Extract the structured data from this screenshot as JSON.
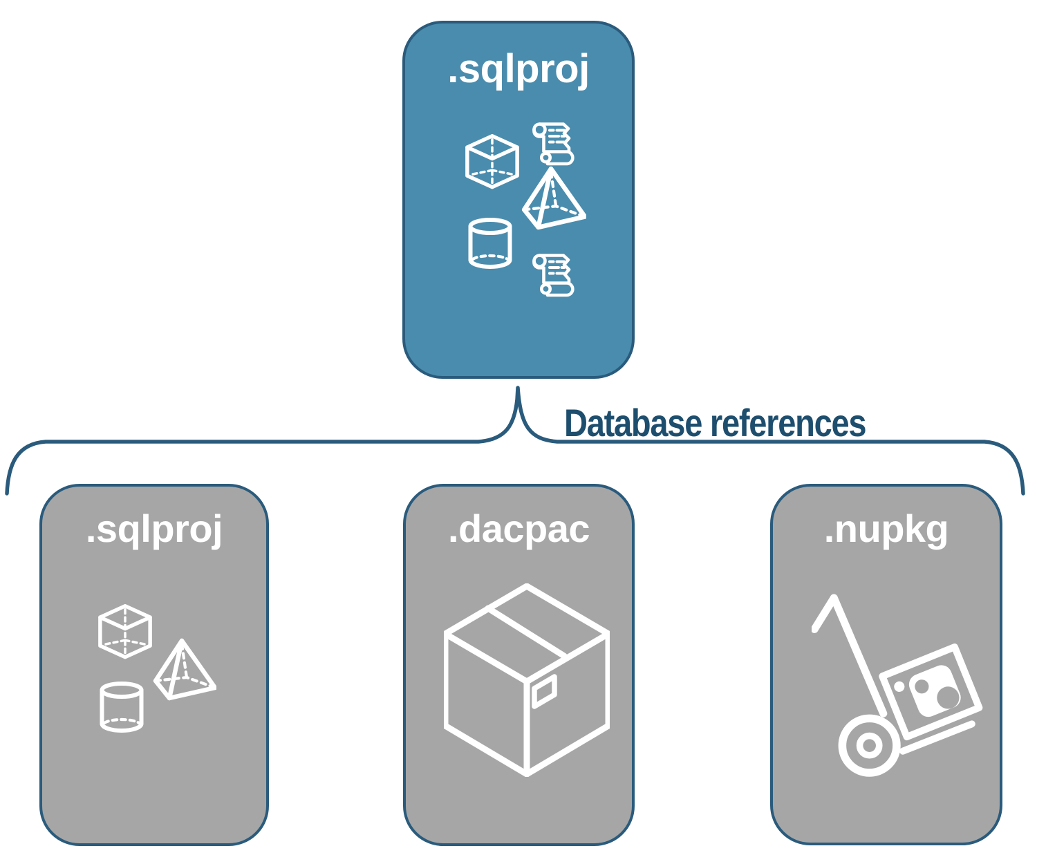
{
  "diagram": {
    "connector_label": "Database references",
    "top_node": {
      "label": ".sqlproj",
      "icons": [
        "cube-icon",
        "scroll-icon",
        "pyramid-icon",
        "cylinder-icon",
        "scroll-icon"
      ]
    },
    "child_nodes": [
      {
        "label": ".sqlproj",
        "icons": [
          "cube-icon",
          "pyramid-icon",
          "cylinder-icon"
        ]
      },
      {
        "label": ".dacpac",
        "icons": [
          "package-box-icon"
        ]
      },
      {
        "label": ".nupkg",
        "icons": [
          "hand-truck-nuget-icon"
        ]
      }
    ],
    "colors": {
      "top_node_fill": "#4A8CAD",
      "child_node_fill": "#A6A6A6",
      "outline": "#2A5B7C",
      "label_text": "#FFFFFF",
      "connector_text": "#1E4E6E",
      "icon_stroke": "#FFFFFF"
    }
  }
}
